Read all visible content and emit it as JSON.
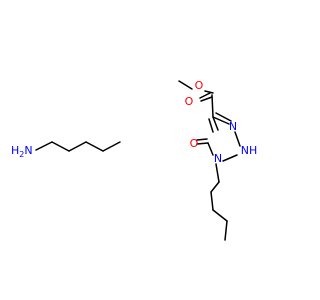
{
  "molecules": [
    {
      "atoms": [
        {
          "id": "n_amine",
          "label": "H",
          "sub": "2",
          "post": "N",
          "color": "#0000ff"
        }
      ]
    },
    {
      "atoms": [
        {
          "id": "o_ether",
          "label": "O",
          "color": "#ff0000"
        },
        {
          "id": "o_carbonyl",
          "label": "O",
          "color": "#ff0000"
        },
        {
          "id": "o_ketone",
          "label": "O",
          "color": "#ff0000"
        },
        {
          "id": "n3",
          "label": "N",
          "color": "#0000ff"
        },
        {
          "id": "n2",
          "label": "NH",
          "color": "#0000ff"
        },
        {
          "id": "n1",
          "label": "N",
          "color": "#0000ff"
        }
      ]
    }
  ],
  "colors": {
    "bond": "#000000",
    "nitrogen": "#0000ff",
    "oxygen": "#ff0000",
    "background": "#ffffff"
  }
}
